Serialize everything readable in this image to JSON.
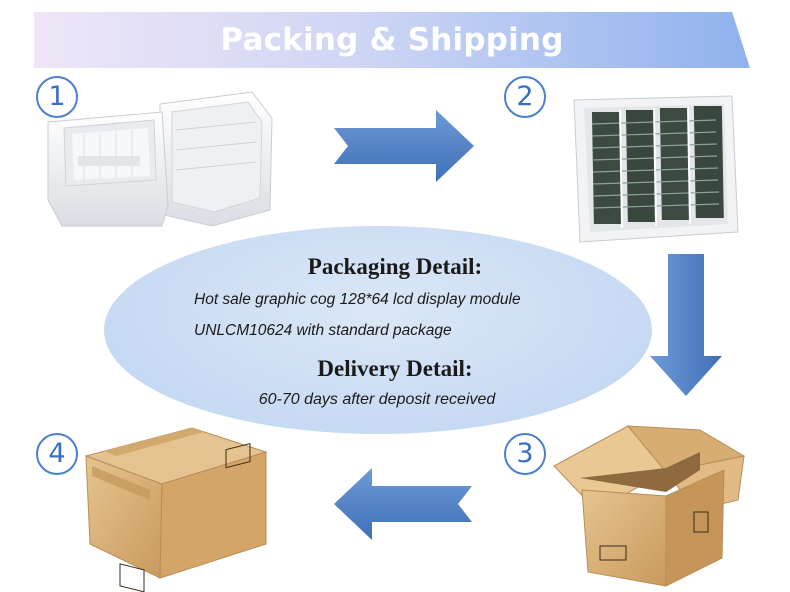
{
  "banner": {
    "title": "Packing & Shipping"
  },
  "steps": [
    {
      "number": "1",
      "item": "foam-box"
    },
    {
      "number": "2",
      "item": "lcd-tray"
    },
    {
      "number": "3",
      "item": "open-carton"
    },
    {
      "number": "4",
      "item": "closed-carton"
    }
  ],
  "packaging": {
    "title": "Packaging Detail:",
    "line1": "Hot sale graphic cog 128*64 lcd display module",
    "line2": "UNLCM10624 with standard package"
  },
  "delivery": {
    "title": "Delivery Detail:",
    "text": "60-70 days after deposit received"
  },
  "colors": {
    "arrow": "#4f7fc4",
    "accent": "#4a7fd0",
    "ellipse": "#c7daf3",
    "cardboard": "#d9b27c"
  }
}
